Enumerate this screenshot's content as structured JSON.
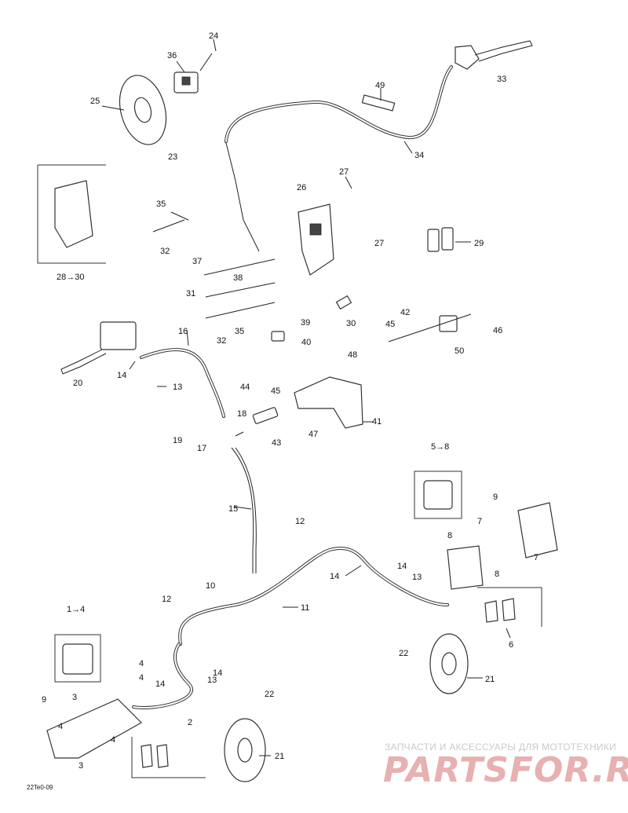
{
  "diagram_code": "22Te0-09",
  "watermark": {
    "caption": "ЗАПЧАСТИ И АКСЕССУАРЫ ДЛЯ МОТОТЕХНИКИ",
    "logo": "PARTSFOR.RU"
  },
  "callouts": {
    "c24": "24",
    "c36": "36",
    "c25": "25",
    "c23": "23",
    "c49": "49",
    "c33": "33",
    "c34": "34",
    "c27a": "27",
    "c26": "26",
    "c35a": "35",
    "c32a": "32",
    "c27b": "27",
    "c29": "29",
    "c28_30": "28→30",
    "c37": "37",
    "c38": "38",
    "c31": "31",
    "c32b": "32",
    "c35b": "35",
    "c30": "30",
    "c42": "42",
    "c45a": "45",
    "c46": "46",
    "c50": "50",
    "c39": "39",
    "c40": "40",
    "c48": "48",
    "c16": "16",
    "c14a": "14",
    "c13a": "13",
    "c20": "20",
    "c44": "44",
    "c45b": "45",
    "c41": "41",
    "c47": "47",
    "c43": "43",
    "c18": "18",
    "c19": "19",
    "c17": "17",
    "c5_8": "5→8",
    "c9a": "9",
    "c15": "15",
    "c12a": "12",
    "c7a": "7",
    "c8a": "8",
    "c7b": "7",
    "c8b": "8",
    "c14b": "14",
    "c14c": "14",
    "c13b": "13",
    "c10": "10",
    "c11": "11",
    "c12b": "12",
    "c1_4": "1→4",
    "c6": "6",
    "c22a": "22",
    "c21a": "21",
    "c4a": "4",
    "c4b": "4",
    "c14d": "14",
    "c14e": "14",
    "c13c": "13",
    "c22b": "22",
    "c9b": "9",
    "c3a": "3",
    "c4c": "4",
    "c4d": "4",
    "c3b": "3",
    "c2": "2",
    "c21b": "21"
  }
}
